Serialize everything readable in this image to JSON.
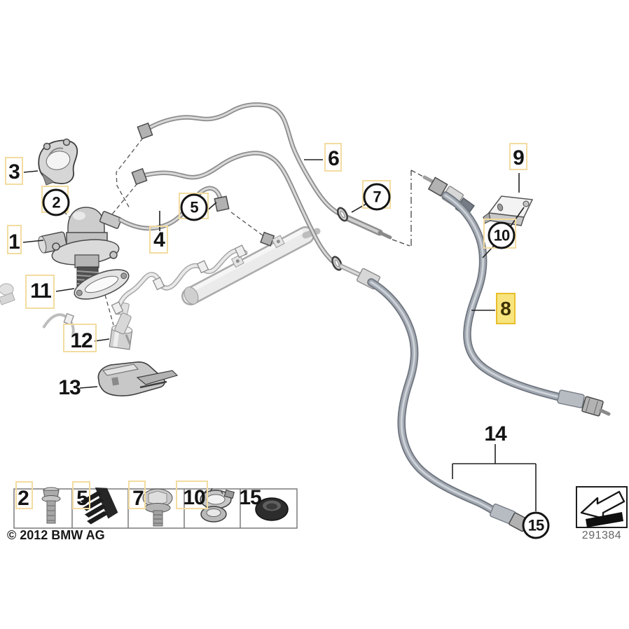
{
  "diagram": {
    "title_context": "Fuel injection high pressure pump / lines parts diagram",
    "copyright": "© 2012 BMW AG",
    "part_number": "291384",
    "highlighted_callout": "8",
    "callouts": {
      "1": "1",
      "2": "2",
      "3": "3",
      "4": "4",
      "5": "5",
      "6": "6",
      "7": "7",
      "8": "8",
      "9": "9",
      "10": "10",
      "11": "11",
      "12": "12",
      "13": "13",
      "14": "14",
      "15": "15"
    },
    "legend": {
      "items": [
        {
          "label": "2",
          "part": "mounting-bolt"
        },
        {
          "label": "5",
          "part": "retaining-clip"
        },
        {
          "label": "7",
          "part": "hex-screw"
        },
        {
          "label": "10",
          "part": "hose-clamp"
        },
        {
          "label": "15",
          "part": "seal-ring"
        }
      ]
    },
    "colors": {
      "highlight_fill": "#F7E47E",
      "highlight_border": "#E8BE2B",
      "callout_box_outline": "#F2DCA0",
      "part_number_text": "#666666",
      "line_art": "#8c8c8c",
      "hose": "#6e747d"
    }
  }
}
